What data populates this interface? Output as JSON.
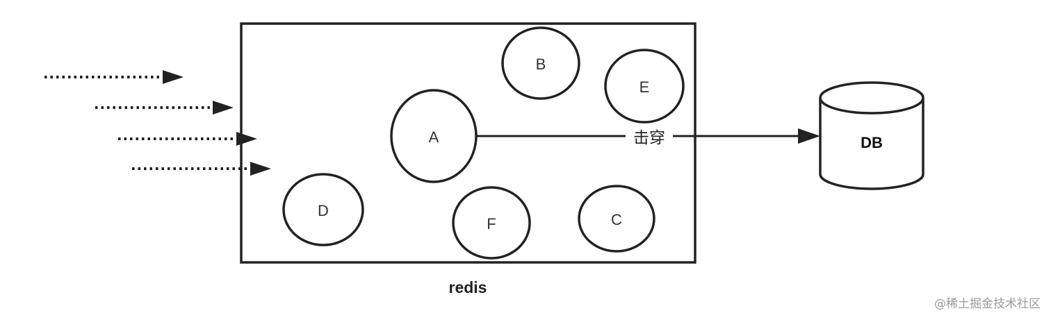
{
  "diagram": {
    "cache_box_label": "redis",
    "keys": [
      {
        "id": "A",
        "label": "A"
      },
      {
        "id": "B",
        "label": "B"
      },
      {
        "id": "C",
        "label": "C"
      },
      {
        "id": "D",
        "label": "D"
      },
      {
        "id": "E",
        "label": "E"
      },
      {
        "id": "F",
        "label": "F"
      }
    ],
    "database_label": "DB",
    "edge_label": "击穿",
    "edge_from": "A",
    "edge_to": "DB",
    "incoming_request_count": 4
  },
  "watermark": "@稀土掘金技术社区",
  "colors": {
    "stroke": "#222222",
    "text": "#333333",
    "watermark": "#9a9a9a"
  }
}
